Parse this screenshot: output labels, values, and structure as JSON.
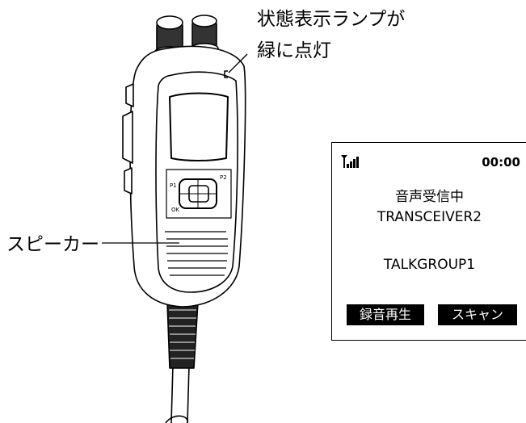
{
  "callouts": {
    "lamp_line1": "状態表示ランプが",
    "lamp_line2": "緑に点灯",
    "speaker": "スピーカー"
  },
  "keypad": {
    "p1": "P1",
    "p2": "P2",
    "ok": "OK"
  },
  "screen": {
    "signal_icon": "signal-strength-icon",
    "time": "00:00",
    "status": "音声受信中",
    "caller": "TRANSCEIVER2",
    "talkgroup": "TALKGROUP1",
    "softkey_left": "録音再生",
    "softkey_right": "スキャン"
  }
}
